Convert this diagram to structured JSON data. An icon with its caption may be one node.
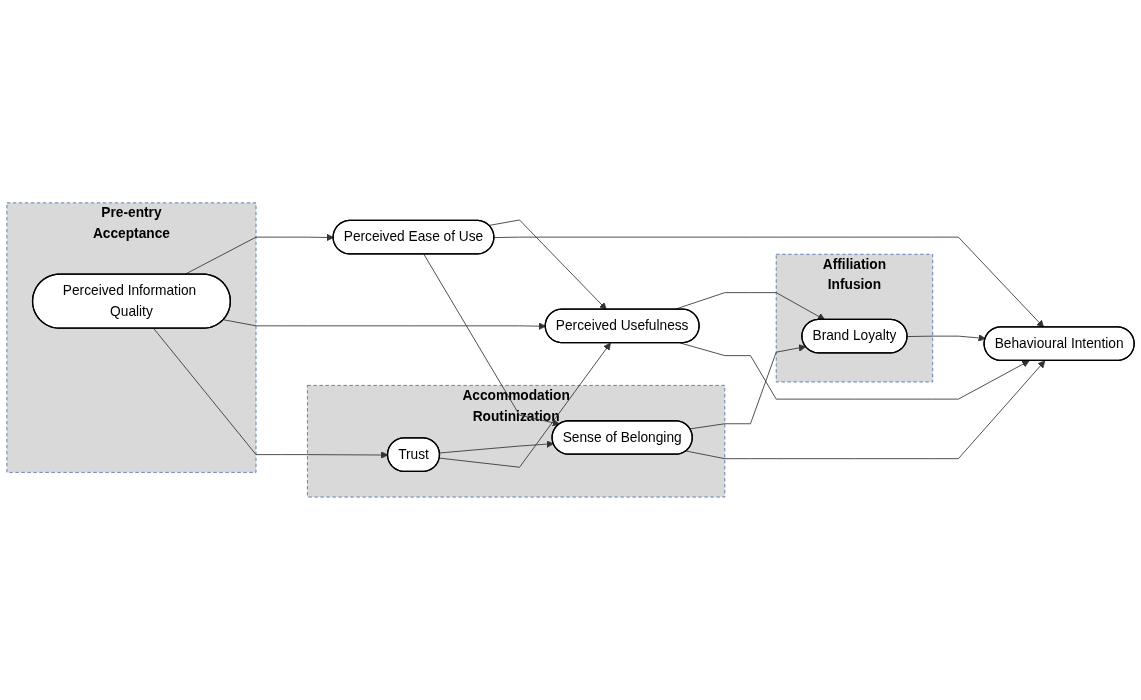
{
  "diagram": {
    "nodes": [
      {
        "text": [
          "Perceived Ease of Use"
        ]
      },
      {
        "text": [
          "Pre-entry",
          "Acceptance"
        ]
      },
      {
        "text": [
          "Perceived Information Quality"
        ],
        "in": 1
      },
      {
        "text": [
          "Accommodation",
          "Routinization"
        ]
      },
      {
        "text": [
          "Trust"
        ],
        "in": 3
      },
      {
        "text": [
          "Sense of Belonging"
        ],
        "in": 3
      },
      {
        "text": [
          "Affiliation",
          "Infusion"
        ]
      },
      {
        "text": [
          "Brand Loyalty"
        ],
        "in": 6
      },
      {
        "text": [
          "Behavioural Intention"
        ]
      },
      {
        "text": [
          "Perceived Usefulness"
        ]
      }
    ],
    "edges": [
      {
        "from": 2,
        "to": 0,
        "arrow": "to"
      },
      {
        "from": 2,
        "to": 9,
        "arrow": "to"
      },
      {
        "from": 2,
        "to": 4,
        "arrow": "to"
      },
      {
        "from": 4,
        "to": 5,
        "arrow": "to"
      },
      {
        "from": 4,
        "to": 9,
        "arrow": "to"
      },
      {
        "from": 0,
        "to": 9,
        "arrow": "to"
      },
      {
        "from": 0,
        "to": 5,
        "arrow": "to"
      },
      {
        "from": 0,
        "to": 8,
        "arrow": "to"
      },
      {
        "from": 5,
        "to": 7,
        "arrow": "to"
      },
      {
        "from": 5,
        "to": 8,
        "arrow": "to"
      },
      {
        "from": 7,
        "to": 8,
        "arrow": "to"
      },
      {
        "from": 9,
        "to": 7,
        "arrow": "to"
      },
      {
        "from": 9,
        "to": 8,
        "arrow": "to"
      }
    ]
  }
}
